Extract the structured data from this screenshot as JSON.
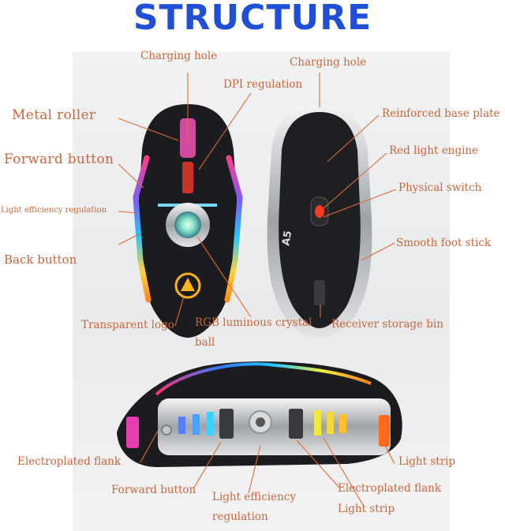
{
  "title": "STRUCTURE",
  "top_left_labels": {
    "charging_hole": "Charging hole",
    "dpi_regulation": "DPI regulation",
    "metal_roller": "Metal roller",
    "forward_button": "Forward button",
    "light_efficiency_regulation": "Light efficiency regulation",
    "back_button": "Back button",
    "transparent_logo": "Transparent logo",
    "rgb_crystal_ball_line1": "RGB luminous crystal",
    "rgb_crystal_ball_line2": "ball"
  },
  "top_right_labels": {
    "charging_hole": "Charging hole",
    "reinforced_base_plate": "Reinforced base plate",
    "red_light_engine": "Red light engine",
    "physical_switch": "Physical switch",
    "smooth_foot_stick": "Smooth foot stick",
    "receiver_storage_bin": "Receiver storage bin"
  },
  "bottom_labels": {
    "electroplated_flank_left": "Electroplated flank",
    "forward_button": "Forward button",
    "light_efficiency_line1": "Light efficiency",
    "light_efficiency_line2": "regulation",
    "electroplated_flank_right": "Electroplated flank",
    "light_strip_bottom": "Light strip",
    "light_strip_right": "Light strip"
  },
  "bottom_plate_text": {
    "model": "A5"
  },
  "colors": {
    "title": "#1f4fd6",
    "label": "#c8663a",
    "leader": "#e06a34"
  }
}
